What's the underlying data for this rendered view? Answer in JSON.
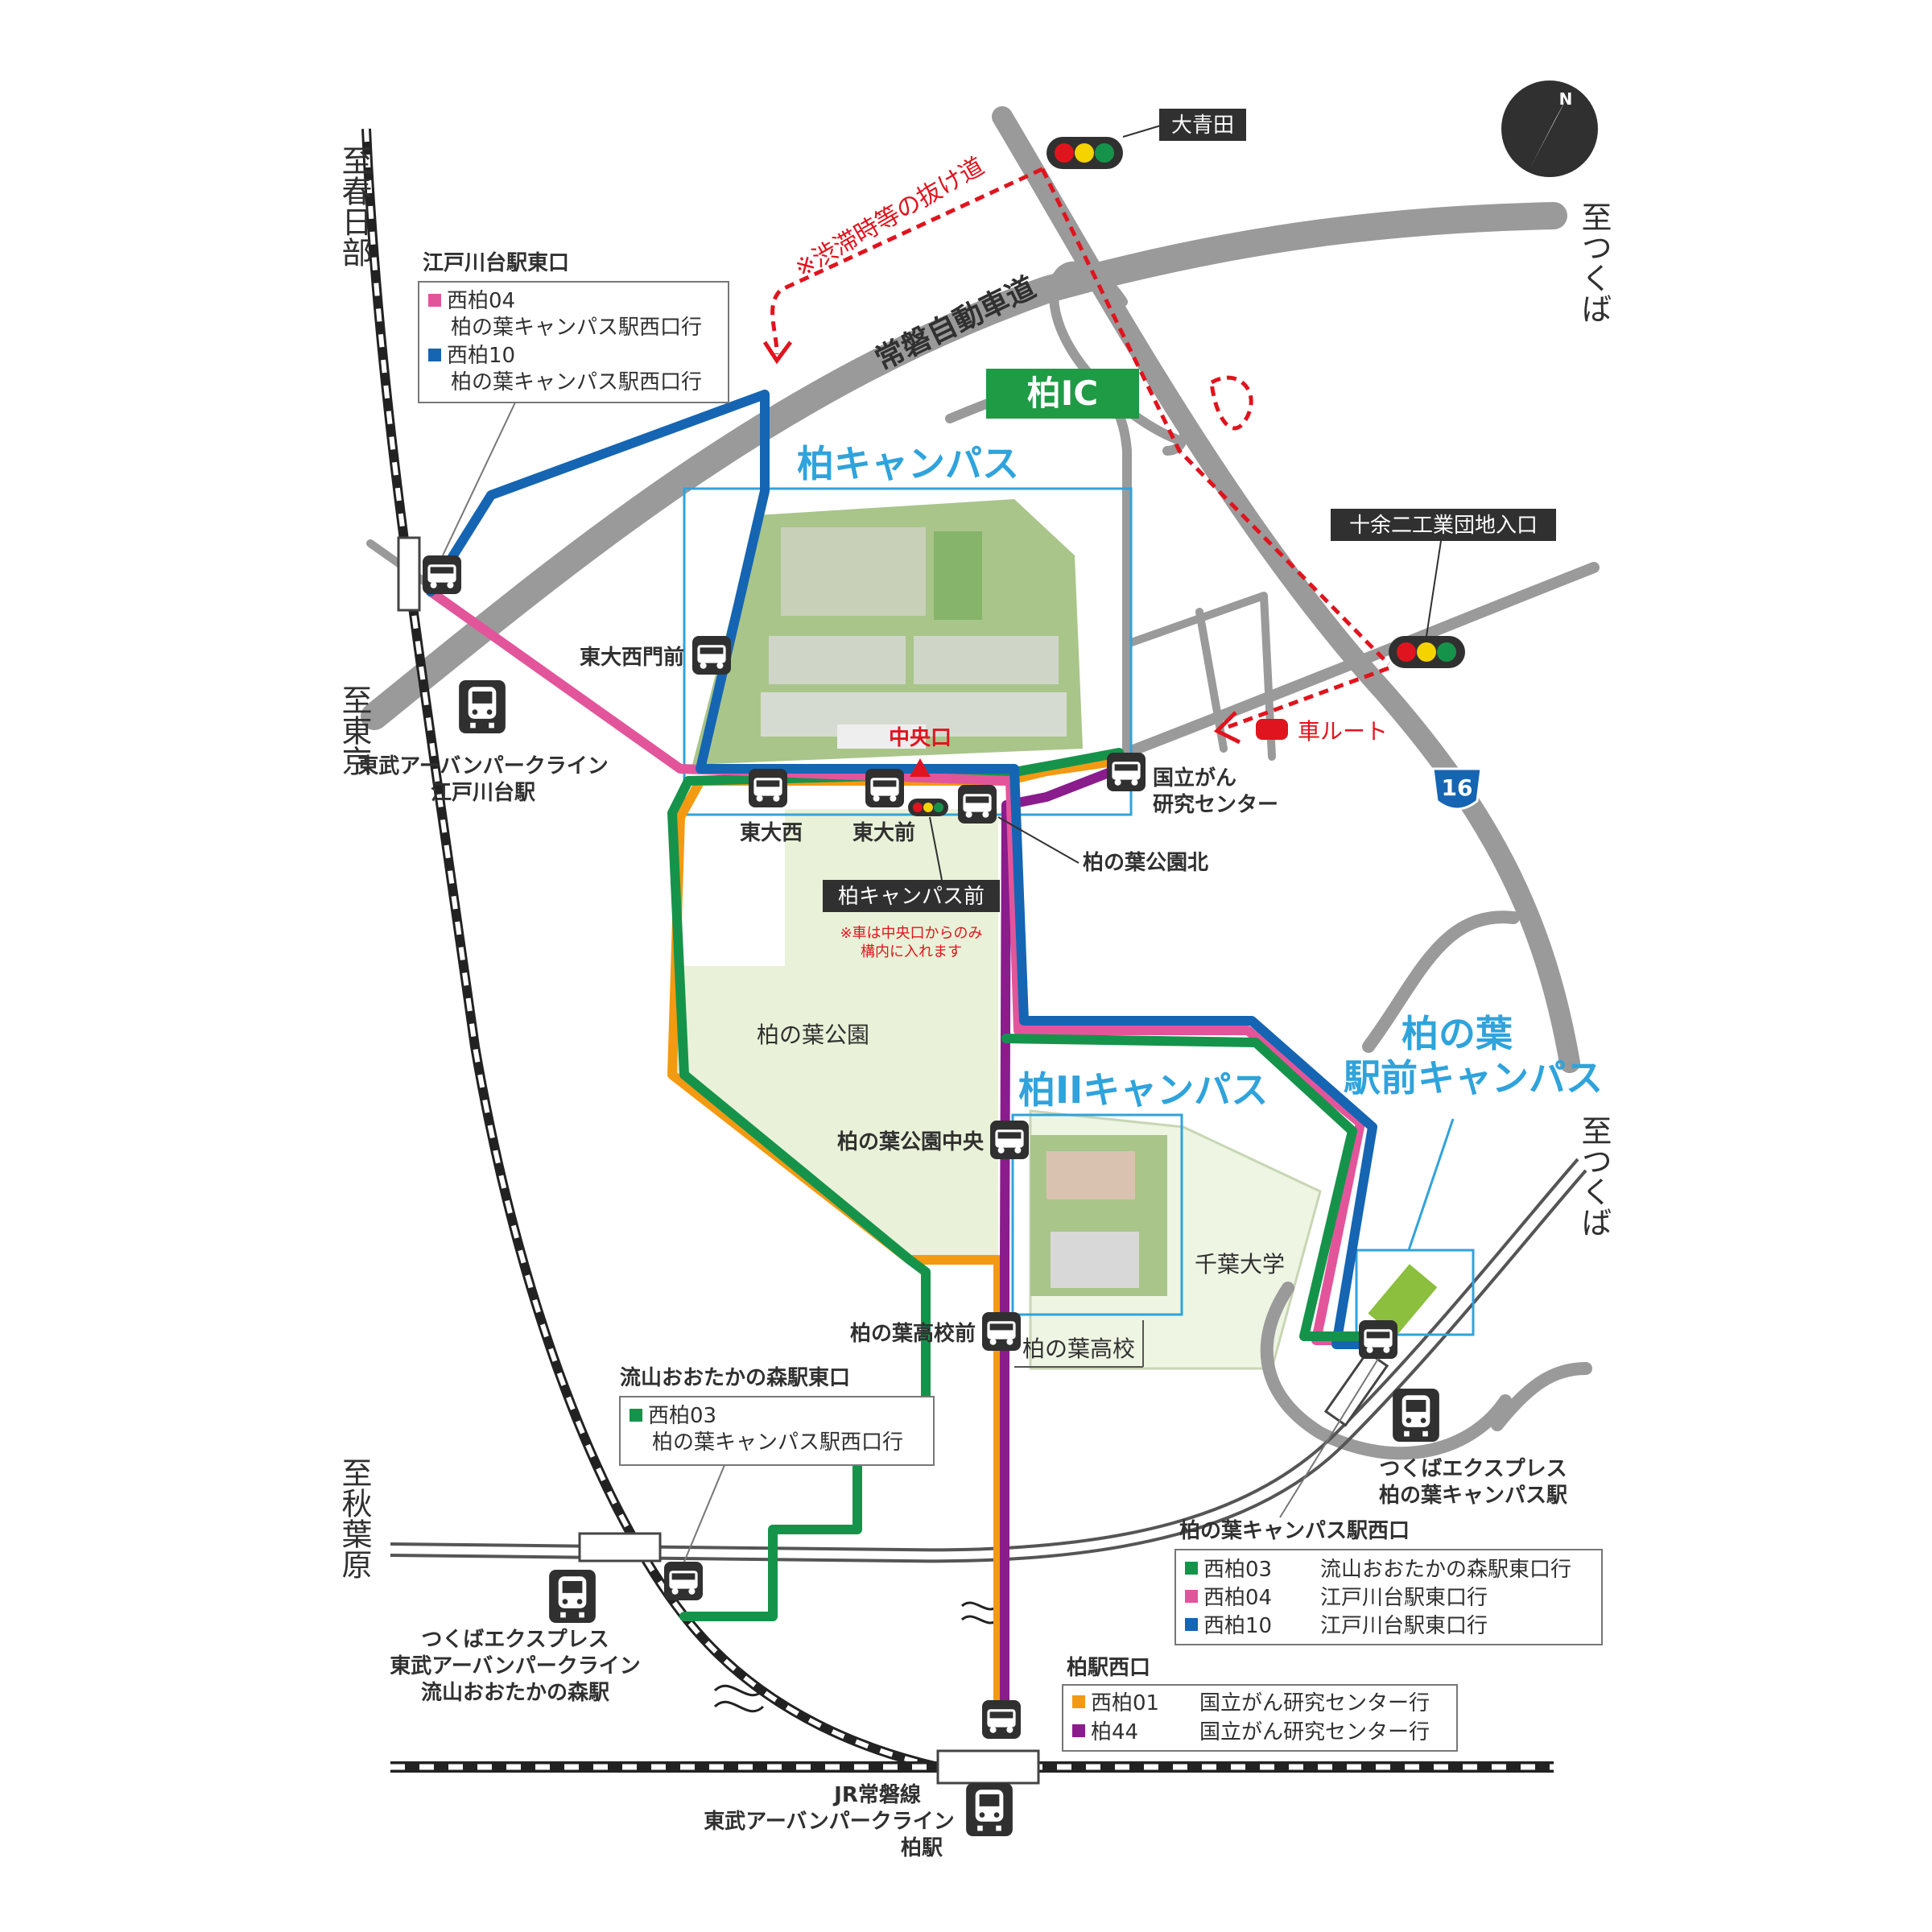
{
  "colors": {
    "green_route": "#16934a",
    "pink_route": "#e2559b",
    "blue_route": "#1565b3",
    "orange_route": "#f39a12",
    "purple_route": "#8a1c8c",
    "road_gray": "#9a9a9a",
    "campus_blue": "#2fa3dc",
    "label_dark": "#303030",
    "accent_red": "#e0141e",
    "park_fill": "#e9f2d8",
    "ic_green": "#1f9a45"
  },
  "directions": {
    "kasukabe": "至春日部",
    "tokyo": "至東京",
    "akihabara": "至秋葉原",
    "tsukuba_top": "至つくば",
    "tsukuba_mid": "至つくば"
  },
  "signals": {
    "aoita": "大青田",
    "jyuyoni": "十余二工業団地入口"
  },
  "roads": {
    "expressway": "常磐自動車道",
    "ic": "柏IC",
    "shortcut": "※渋滞時等の抜け道",
    "car_route": "車ルート",
    "route16": "16"
  },
  "campuses": {
    "kashiwa": "柏キャンパス",
    "kashiwa2": "柏IIキャンパス",
    "ekimae_line1": "柏の葉",
    "ekimae_line2": "駅前キャンパス",
    "chuo_gate": "中央口"
  },
  "places": {
    "park": "柏の葉公園",
    "chiba_univ": "千葉大学",
    "high_school": "柏の葉高校"
  },
  "bus_stops": {
    "todai_seimon": "東大西門前",
    "todai_nishi": "東大西",
    "todai_mae": "東大前",
    "kashiwanoha_koen_kita": "柏の葉公園北",
    "kokuritsu_l1": "国立がん",
    "kokuritsu_l2": "研究センター",
    "koen_chuo": "柏の葉公園中央",
    "koko_mae": "柏の葉高校前",
    "campus_mae": "柏キャンパス前",
    "campus_note_l1": "※車は中央口からのみ",
    "campus_note_l2": "構内に入れます"
  },
  "stations": {
    "edogawadai_l1": "東武アーバンパークライン",
    "edogawadai_l2": "江戸川台駅",
    "ootaka_l1": "つくばエクスプレス",
    "ootaka_l2": "東武アーバンパークライン",
    "ootaka_l3": "流山おおたかの森駅",
    "kashiwanoha_l1": "つくばエクスプレス",
    "kashiwanoha_l2": "柏の葉キャンパス駅",
    "kashiwa_l1": "JR常磐線",
    "kashiwa_l2": "東武アーバンパークライン",
    "kashiwa_l3": "柏駅"
  },
  "boxes": {
    "edogawadai": {
      "heading": "江戸川台駅東口",
      "line1": "西柏04",
      "line2": "柏の葉キャンパス駅西口行",
      "line3": "西柏10",
      "line4": "柏の葉キャンパス駅西口行"
    },
    "ootaka": {
      "heading": "流山おおたかの森駅東口",
      "line1": "西柏03",
      "line2": "柏の葉キャンパス駅西口行"
    },
    "kashiwanoha_west": {
      "heading": "柏の葉キャンパス駅西口",
      "r1_route": "西柏03",
      "r1_dest": "流山おおたかの森駅東口行",
      "r2_route": "西柏04",
      "r2_dest": "江戸川台駅東口行",
      "r3_route": "西柏10",
      "r3_dest": "江戸川台駅東口行"
    },
    "kashiwa_west": {
      "heading": "柏駅西口",
      "r1_route": "西柏01",
      "r1_dest": "国立がん研究センター行",
      "r2_route": "柏44",
      "r2_dest": "国立がん研究センター行"
    }
  },
  "compass": {
    "label": "N"
  }
}
